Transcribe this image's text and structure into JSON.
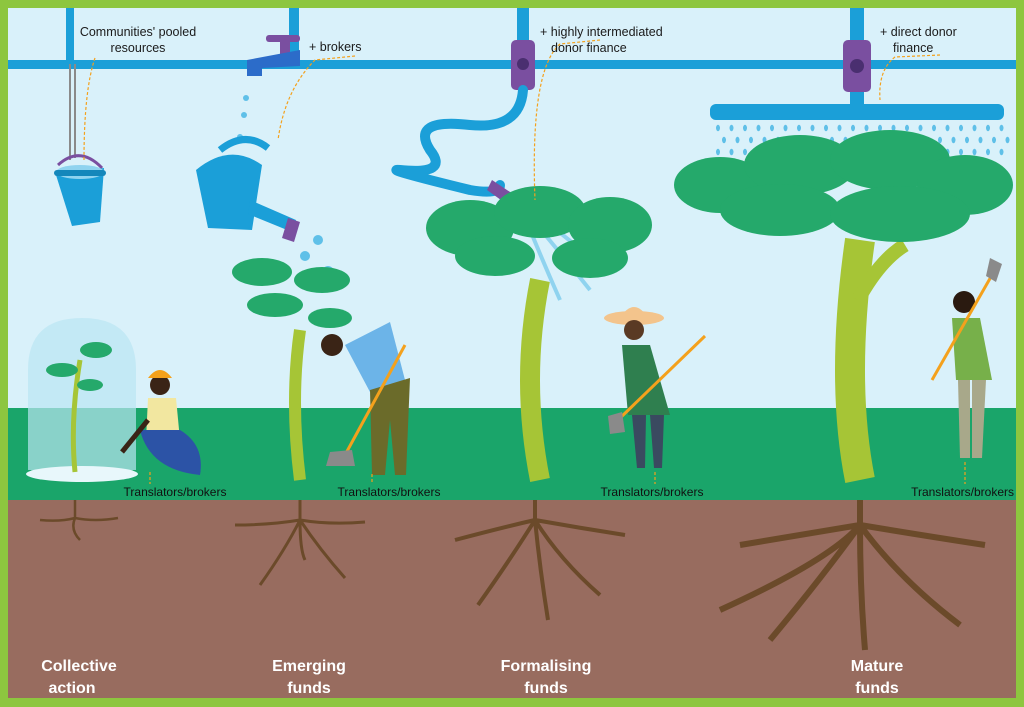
{
  "pipe_labels": {
    "bucket_line1": "Communities' pooled",
    "bucket_line2": "resources",
    "tap": "+ brokers",
    "hose_line1": "+ highly intermediated",
    "hose_line2": "donor finance",
    "sprinkler_line1": "+ direct donor",
    "sprinkler_line2": "finance"
  },
  "brokers_label": "Translators/brokers",
  "stages": [
    {
      "line1": "Collective",
      "line2": "action"
    },
    {
      "line1": "Emerging",
      "line2": "funds"
    },
    {
      "line1": "Formalising",
      "line2": "funds"
    },
    {
      "line1": "Mature",
      "line2": "funds"
    }
  ],
  "colors": {
    "frame": "#8dc63f",
    "sky": "#d9f1fa",
    "pipe": "#1b9fd8",
    "grass": "#1aa56a",
    "soil": "#986c5f",
    "root": "#6b4a2a",
    "canopy": "#25a96b",
    "trunk": "#a6c536",
    "valve": "#7a4fa0"
  }
}
